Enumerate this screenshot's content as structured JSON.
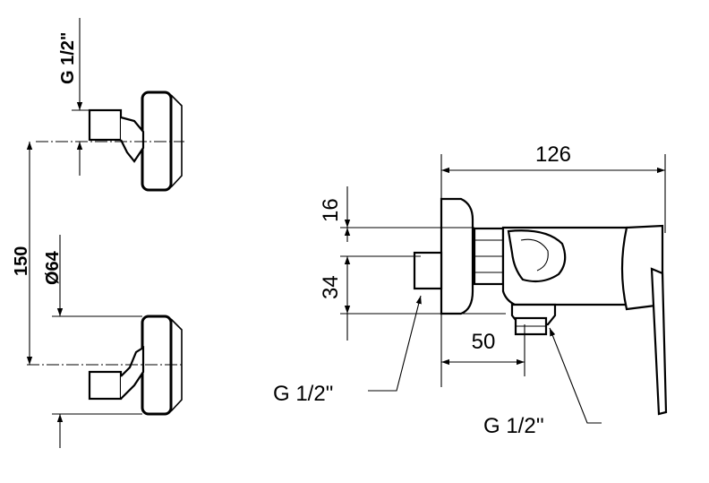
{
  "front_view": {
    "thread_label": "G 1/2\"",
    "spacing_label": "150",
    "rosette_label": "Ø64"
  },
  "side_view": {
    "overall_length_label": "126",
    "offset_top_label": "16",
    "height_label": "34",
    "outlet_length_label": "50",
    "inlet_thread_label": "G 1/2\"",
    "outlet_thread_label": "G 1/2''"
  }
}
